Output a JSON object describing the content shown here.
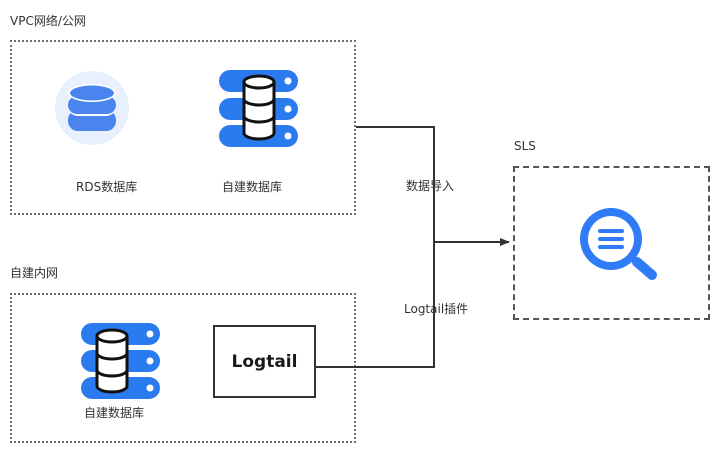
{
  "groups": {
    "vpc": {
      "title": "VPC网络/公网",
      "rds_label": "RDS数据库",
      "db_label": "自建数据库"
    },
    "intranet": {
      "title": "自建内网",
      "db_label": "自建数据库",
      "logtail_label": "Logtail"
    }
  },
  "sls": {
    "title": "SLS"
  },
  "edges": {
    "data_import": "数据导入",
    "logtail_plugin": "Logtail插件"
  },
  "colors": {
    "db_blue": "#2b7bf0",
    "rds_circle": "#e8f0fd",
    "rds_db": "#4a84ee",
    "sls_blue": "#2f7cf6",
    "line": "#333333"
  },
  "icons": [
    "database-icon",
    "rds-database-icon",
    "sls-search-icon"
  ]
}
